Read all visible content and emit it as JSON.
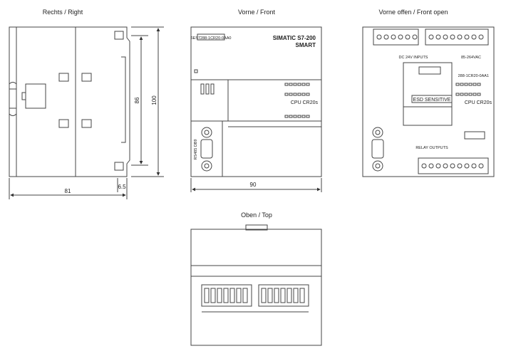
{
  "views": {
    "right": {
      "title": "Rechts / Right"
    },
    "front": {
      "title": "Vorne / Front",
      "brand_line1": "SIMATIC S7-200",
      "brand_line2": "SMART",
      "cpu_label": "CPU CR20s",
      "part_number": "6ES7288-1CR20-0AA0",
      "port_label": "RS485 DB9"
    },
    "front_open": {
      "title": "Vorne offen / Front open",
      "esd_label": "ESD  SENSITIVE",
      "cpu_label": "CPU CR20s",
      "supply_label": "DC 24V  INPUTS",
      "relay_label": "RELAY OUTPUTS",
      "model_label": "85-264VAC",
      "code_label": "288-1CR20-0AA1"
    },
    "top": {
      "title": "Oben / Top"
    }
  },
  "dimensions": {
    "width_right": "81",
    "height_inner": "86",
    "height_total": "100",
    "offset": "6.5",
    "width_front": "90"
  },
  "colors": {
    "line": "#444444",
    "text": "#222222",
    "background": "#ffffff"
  }
}
